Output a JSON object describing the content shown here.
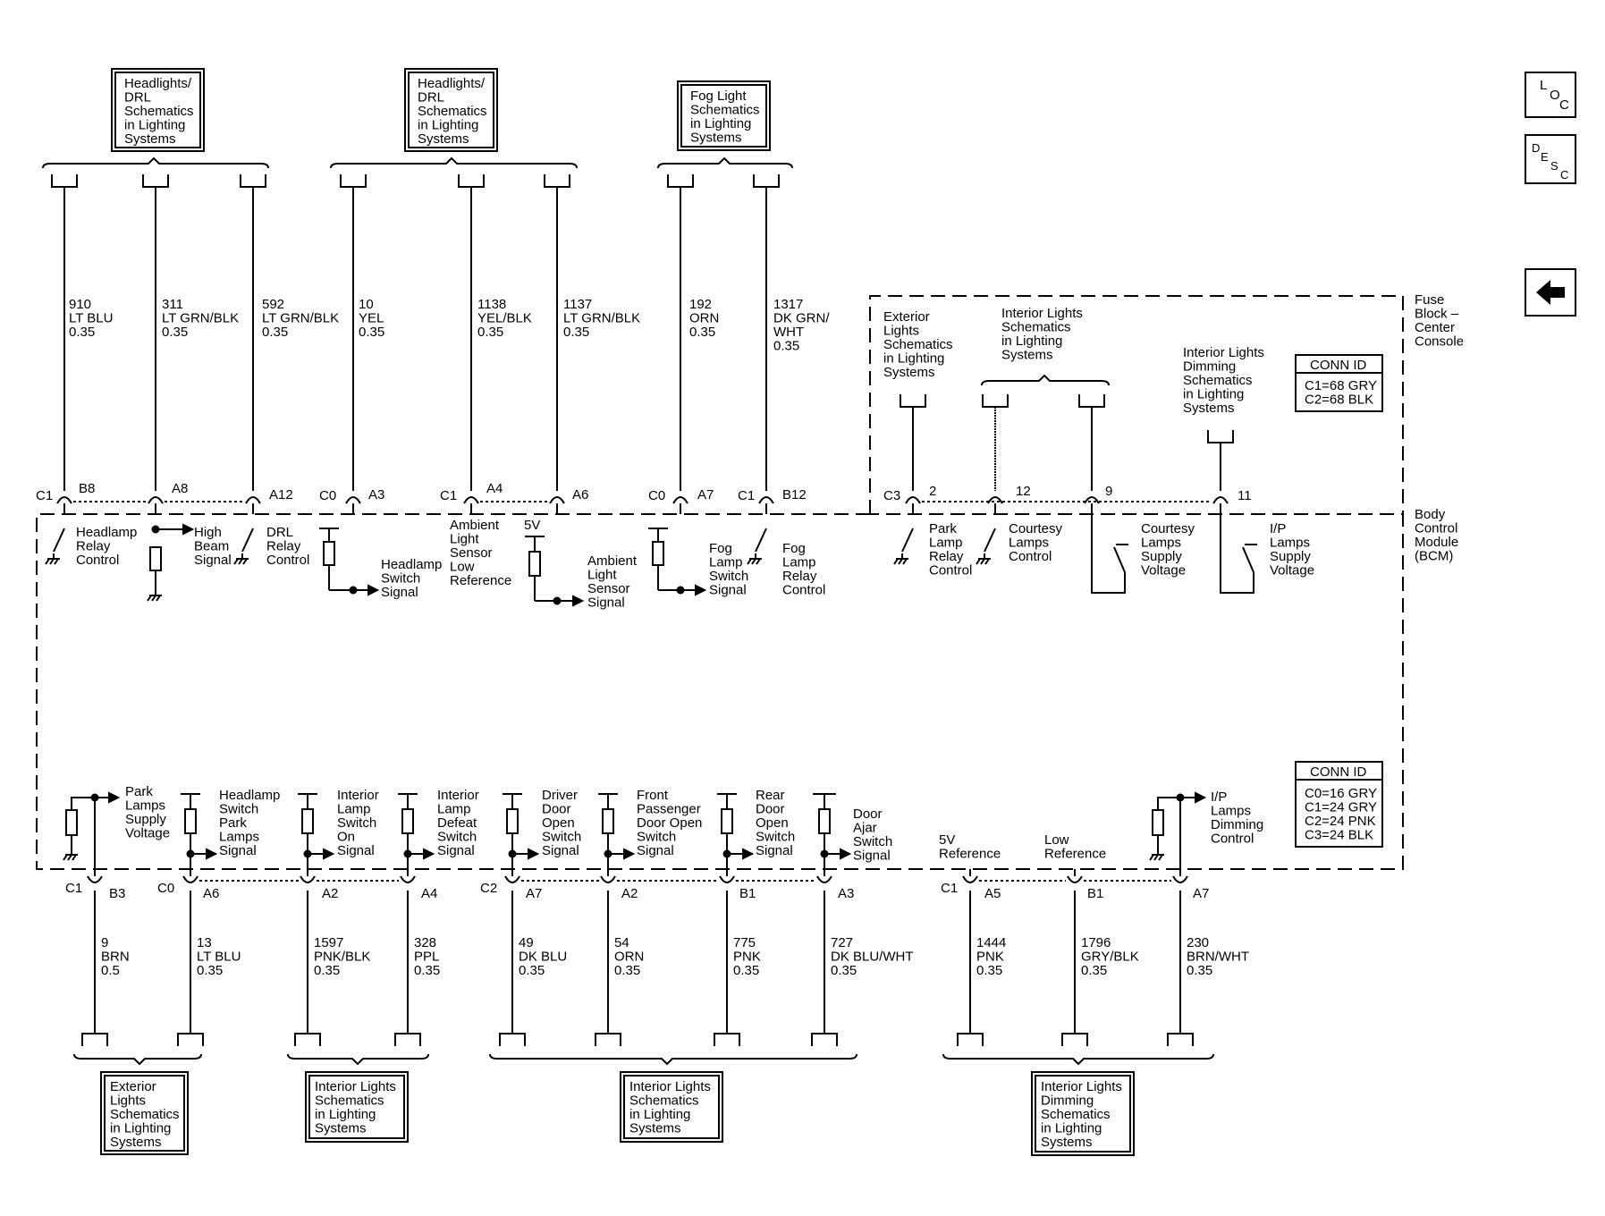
{
  "nav": {
    "loc": [
      "L",
      "O",
      "C"
    ],
    "desc": [
      "D",
      "E",
      "S",
      "C"
    ]
  },
  "top_refs": [
    {
      "lines": [
        "Headlights/",
        "DRL",
        "Schematics",
        "in Lighting",
        "Systems"
      ]
    },
    {
      "lines": [
        "Headlights/",
        "DRL",
        "Schematics",
        "in Lighting",
        "Systems"
      ]
    },
    {
      "lines": [
        "Fog Light",
        "Schematics",
        "in Lighting",
        "Systems"
      ]
    }
  ],
  "fuse_block_label": [
    "Fuse",
    "Block –",
    "Center",
    "Console"
  ],
  "bcm_label": [
    "Body",
    "Control",
    "Module",
    "(BCM)"
  ],
  "fb_refs": [
    {
      "lines": [
        "Exterior",
        "Lights",
        "Schematics",
        "in Lighting",
        "Systems"
      ]
    },
    {
      "lines": [
        "Interior Lights",
        "Schematics",
        "in Lighting",
        "Systems"
      ]
    },
    {
      "lines": [
        "Interior Lights",
        "Dimming",
        "Schematics",
        "in Lighting",
        "Systems"
      ]
    }
  ],
  "conn_id_top": {
    "title": "CONN ID",
    "lines": [
      "C1=68 GRY",
      "C2=68 BLK"
    ]
  },
  "conn_id_bottom": {
    "title": "CONN ID",
    "lines": [
      "C0=16 GRY",
      "C1=24 GRY",
      "C2=24 PNK",
      "C3=24 BLK"
    ]
  },
  "top_wires": [
    {
      "lines": [
        "910",
        "LT BLU",
        "0.35"
      ],
      "conn": "C1",
      "pin": "B8",
      "func": [
        "Headlamp",
        "Relay",
        "Control"
      ]
    },
    {
      "lines": [
        "311",
        "LT GRN/BLK",
        "0.35"
      ],
      "conn": "",
      "pin": "A8",
      "func": [
        "High",
        "Beam",
        "Signal"
      ]
    },
    {
      "lines": [
        "592",
        "LT GRN/BLK",
        "0.35"
      ],
      "conn": "",
      "pin": "A12",
      "func": [
        "DRL",
        "Relay",
        "Control"
      ]
    },
    {
      "lines": [
        "10",
        "YEL",
        "0.35"
      ],
      "conn": "C0",
      "pin": "A3",
      "func": [
        "Headlamp",
        "Switch",
        "Signal"
      ]
    },
    {
      "lines": [
        "1138",
        "YEL/BLK",
        "0.35"
      ],
      "conn": "C1",
      "pin": "A4",
      "func": [
        "Ambient",
        "Light",
        "Sensor",
        "Low",
        "Reference"
      ]
    },
    {
      "lines": [
        "1137",
        "LT GRN/BLK",
        "0.35"
      ],
      "conn": "",
      "pin": "A6",
      "func": [
        "Ambient",
        "Light",
        "Sensor",
        "Signal"
      ]
    },
    {
      "lines": [
        "192",
        "ORN",
        "0.35"
      ],
      "conn": "C0",
      "pin": "A7",
      "func": [
        "Fog",
        "Lamp",
        "Switch",
        "Signal"
      ]
    },
    {
      "lines": [
        "1317",
        "DK GRN/",
        "WHT",
        "0.35"
      ],
      "conn": "C1",
      "pin": "B12",
      "func": [
        "Fog",
        "Lamp",
        "Relay",
        "Control"
      ]
    }
  ],
  "five_v": "5V",
  "fb_wires": [
    {
      "conn": "C3",
      "pin": "2",
      "func": [
        "Park",
        "Lamp",
        "Relay",
        "Control"
      ]
    },
    {
      "conn": "",
      "pin": "12",
      "func": [
        "Courtesy",
        "Lamps",
        "Control"
      ]
    },
    {
      "conn": "",
      "pin": "9",
      "func": [
        "Courtesy",
        "Lamps",
        "Supply",
        "Voltage"
      ]
    },
    {
      "conn": "",
      "pin": "11",
      "func": [
        "I/P",
        "Lamps",
        "Supply",
        "Voltage"
      ]
    }
  ],
  "bottom_wires": [
    {
      "lines": [
        "9",
        "BRN",
        "0.5"
      ],
      "conn": "C1",
      "pin": "B3",
      "func": [
        "Park",
        "Lamps",
        "Supply",
        "Voltage"
      ]
    },
    {
      "lines": [
        "13",
        "LT BLU",
        "0.35"
      ],
      "conn": "C0",
      "pin": "A6",
      "func": [
        "Headlamp",
        "Switch",
        "Park",
        "Lamps",
        "Signal"
      ]
    },
    {
      "lines": [
        "1597",
        "PNK/BLK",
        "0.35"
      ],
      "conn": "",
      "pin": "A2",
      "func": [
        "Interior",
        "Lamp",
        "Switch",
        "On",
        "Signal"
      ]
    },
    {
      "lines": [
        "328",
        "PPL",
        "0.35"
      ],
      "conn": "",
      "pin": "A4",
      "func": [
        "Interior",
        "Lamp",
        "Defeat",
        "Switch",
        "Signal"
      ]
    },
    {
      "lines": [
        "49",
        "DK BLU",
        "0.35"
      ],
      "conn": "C2",
      "pin": "A7",
      "func": [
        "Driver",
        "Door",
        "Open",
        "Switch",
        "Signal"
      ]
    },
    {
      "lines": [
        "54",
        "ORN",
        "0.35"
      ],
      "conn": "",
      "pin": "A2",
      "func": [
        "Front",
        "Passenger",
        "Door Open",
        "Switch",
        "Signal"
      ]
    },
    {
      "lines": [
        "775",
        "PNK",
        "0.35"
      ],
      "conn": "",
      "pin": "B1",
      "func": [
        "Rear",
        "Door",
        "Open",
        "Switch",
        "Signal"
      ]
    },
    {
      "lines": [
        "727",
        "DK BLU/WHT",
        "0.35"
      ],
      "conn": "",
      "pin": "A3",
      "func": [
        "Door",
        "Ajar",
        "Switch",
        "Signal"
      ]
    },
    {
      "lines": [
        "1444",
        "PNK",
        "0.35"
      ],
      "conn": "C1",
      "pin": "A5",
      "func": [
        "5V",
        "Reference"
      ]
    },
    {
      "lines": [
        "1796",
        "GRY/BLK",
        "0.35"
      ],
      "conn": "",
      "pin": "B1",
      "func": [
        "Low",
        "Reference"
      ]
    },
    {
      "lines": [
        "230",
        "BRN/WHT",
        "0.35"
      ],
      "conn": "",
      "pin": "A7",
      "func": [
        "I/P",
        "Lamps",
        "Dimming",
        "Control"
      ]
    }
  ],
  "bottom_refs": [
    {
      "lines": [
        "Exterior",
        "Lights",
        "Schematics",
        "in Lighting",
        "Systems"
      ]
    },
    {
      "lines": [
        "Interior Lights",
        "Schematics",
        "in Lighting",
        "Systems"
      ]
    },
    {
      "lines": [
        "Interior Lights",
        "Schematics",
        "in Lighting",
        "Systems"
      ]
    },
    {
      "lines": [
        "Interior Lights",
        "Dimming",
        "Schematics",
        "in Lighting",
        "Systems"
      ]
    }
  ]
}
